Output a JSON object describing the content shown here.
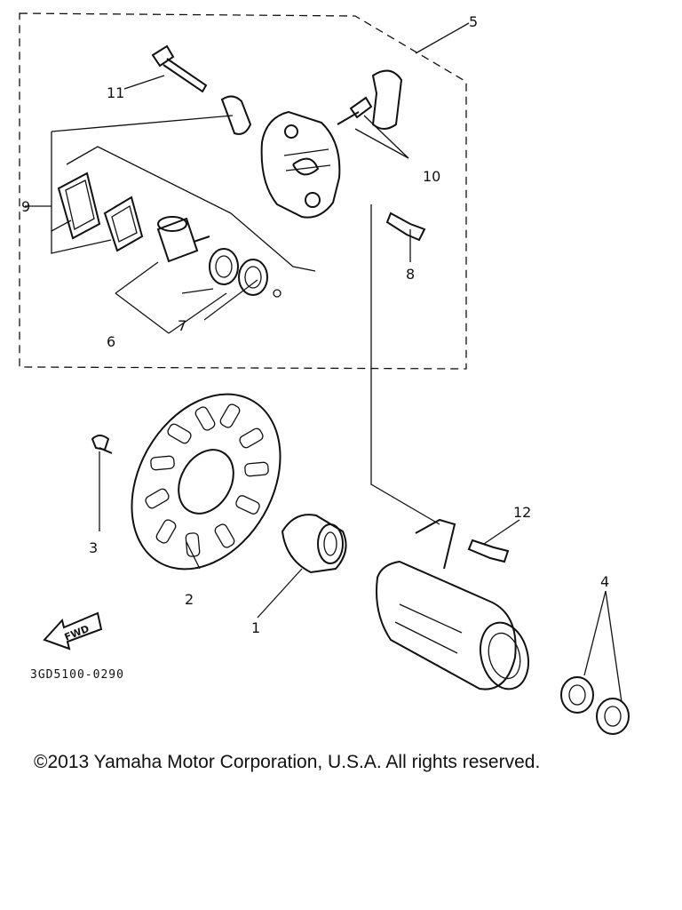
{
  "diagram": {
    "part_labels": [
      "1",
      "2",
      "3",
      "4",
      "5",
      "6",
      "7",
      "8",
      "9",
      "10",
      "11",
      "12"
    ],
    "drawing_code": "3GD5100-0290",
    "fwd_label": "FWD"
  },
  "footer": {
    "copyright": "©2013 Yamaha Motor Corporation, U.S.A. All rights reserved."
  }
}
